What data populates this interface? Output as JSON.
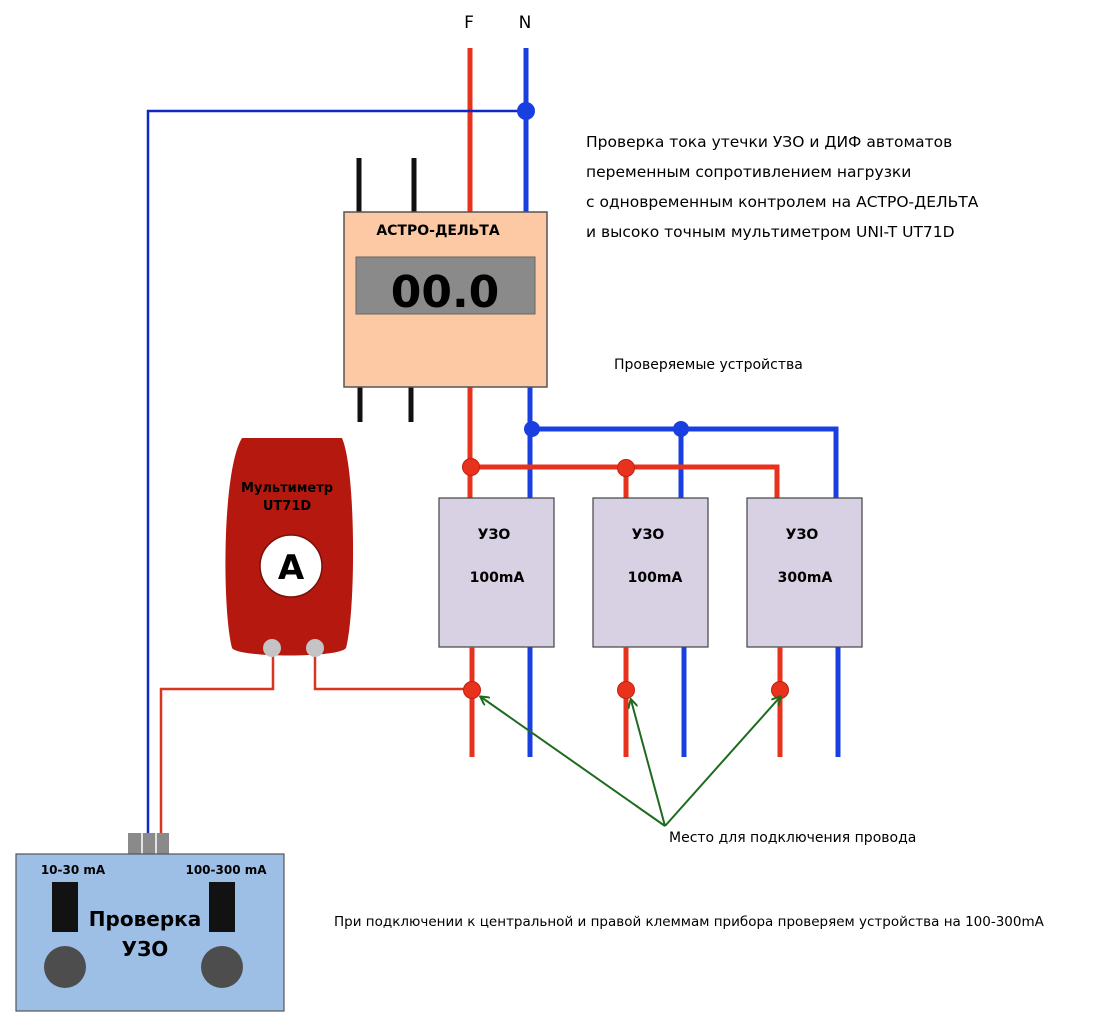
{
  "colors": {
    "phase": "#e8321e",
    "neutral": "#1a3fe0",
    "neutral_dark": "#1026c8",
    "astro_body": "#fcc9a4",
    "astro_display": "#8a8a8a",
    "multimeter_body": "#b5180e",
    "uzo_body": "#d7d1e3",
    "tester_body": "#9dbfe6",
    "arrow": "#1e6b1e",
    "terminal": "#bfbfbf",
    "knob": "#4d4d4d"
  },
  "lines": {
    "phase_label": "F",
    "neutral_label": "N"
  },
  "description": {
    "line1": "Проверка тока утечки УЗО и ДИФ автоматов",
    "line2": "переменным сопротивлением нагрузки",
    "line3": "с одновременным контролем на АСТРО-ДЕЛЬТА",
    "line4": "и высоко точным мультиметром UNI-T UT71D"
  },
  "astro_delta": {
    "title": "АСТРО-ДЕЛЬТА",
    "display_value": "00.0"
  },
  "devices_caption": "Проверяемые устройства",
  "multimeter": {
    "title_line1": "Мультиметр",
    "title_line2": "UT71D",
    "mode_symbol": "A"
  },
  "uzo_devices": [
    {
      "name": "УЗО",
      "rating": "100mA"
    },
    {
      "name": "УЗО",
      "rating": "100mA"
    },
    {
      "name": "УЗО",
      "rating": "300mA"
    }
  ],
  "connection_caption": "Место для подключения провода",
  "tester": {
    "left_range": "10-30 mA",
    "right_range": "100-300 mA",
    "title_line1": "Проверка",
    "title_line2": "УЗО"
  },
  "footer_note": "При подключении к центральной и правой клеммам прибора проверяем устройства на 100-300mA"
}
